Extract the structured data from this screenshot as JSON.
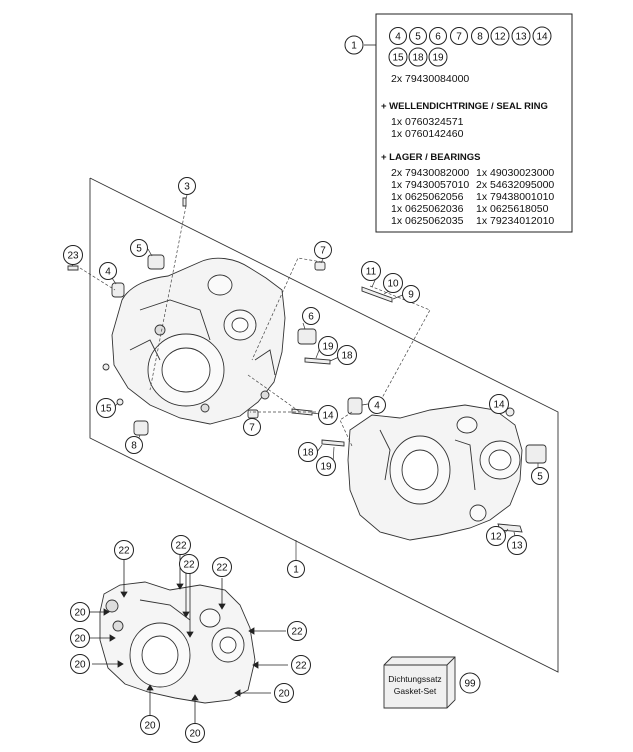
{
  "legend_box": {
    "ref": "1",
    "included_refs": [
      "4",
      "5",
      "6",
      "7",
      "8",
      "12",
      "13",
      "14",
      "15",
      "18",
      "19"
    ],
    "main_part": "2x 79430084000",
    "seal_heading": "+ WELLENDICHTRINGE /  SEAL RING",
    "seal_parts": [
      "1x 0760324571",
      "1x 0760142460"
    ],
    "bearing_heading": "+ LAGER / BEARINGS",
    "bearings_left": [
      "2x 79430082000",
      "1x 79430057010",
      "1x 0625062056",
      "1x 0625062036",
      "1x 0625062035"
    ],
    "bearings_right": [
      "1x 49030023000",
      "2x 54632095000",
      "1x 79438001010",
      "1x 0625618050",
      "1x 79234012010"
    ]
  },
  "kit": {
    "line1": "Dichtungssatz",
    "line2": "Gasket-Set",
    "ref": "99"
  },
  "callouts": [
    {
      "id": "c3",
      "label": "3"
    },
    {
      "id": "c23",
      "label": "23"
    },
    {
      "id": "c5a",
      "label": "5"
    },
    {
      "id": "c4a",
      "label": "4"
    },
    {
      "id": "c7a",
      "label": "7"
    },
    {
      "id": "c11",
      "label": "11"
    },
    {
      "id": "c10",
      "label": "10"
    },
    {
      "id": "c9",
      "label": "9"
    },
    {
      "id": "c6",
      "label": "6"
    },
    {
      "id": "c19a",
      "label": "19"
    },
    {
      "id": "c18a",
      "label": "18"
    },
    {
      "id": "c15",
      "label": "15"
    },
    {
      "id": "c14a",
      "label": "14"
    },
    {
      "id": "c7b",
      "label": "7"
    },
    {
      "id": "c8",
      "label": "8"
    },
    {
      "id": "c4b",
      "label": "4"
    },
    {
      "id": "c14b",
      "label": "14"
    },
    {
      "id": "c18b",
      "label": "18"
    },
    {
      "id": "c19b",
      "label": "19"
    },
    {
      "id": "c5b",
      "label": "5"
    },
    {
      "id": "c12",
      "label": "12"
    },
    {
      "id": "c13",
      "label": "13"
    },
    {
      "id": "c1b",
      "label": "1"
    },
    {
      "id": "c22a",
      "label": "22"
    },
    {
      "id": "c22b",
      "label": "22"
    },
    {
      "id": "c22c",
      "label": "22"
    },
    {
      "id": "c22d",
      "label": "22"
    },
    {
      "id": "c22e",
      "label": "22"
    },
    {
      "id": "c22f",
      "label": "22"
    },
    {
      "id": "c20a",
      "label": "20"
    },
    {
      "id": "c20b",
      "label": "20"
    },
    {
      "id": "c20c",
      "label": "20"
    },
    {
      "id": "c20d",
      "label": "20"
    },
    {
      "id": "c20e",
      "label": "20"
    },
    {
      "id": "c20f",
      "label": "20"
    }
  ]
}
